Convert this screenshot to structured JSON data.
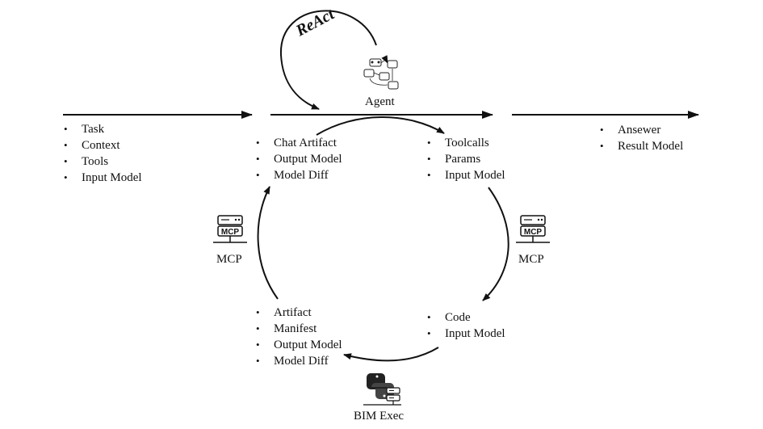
{
  "input_list": {
    "items": [
      "Task",
      "Context",
      "Tools",
      "Input Model"
    ]
  },
  "output_list": {
    "items": [
      "Ansewer",
      "Result Model"
    ]
  },
  "agent_label": "Agent",
  "react_label": "ReAct",
  "cycle": {
    "top_left": [
      "Chat Artifact",
      "Output Model",
      "Model Diff"
    ],
    "top_right": [
      "Toolcalls",
      "Params",
      "Input Model"
    ],
    "bottom_right": [
      "Code",
      "Input Model"
    ],
    "bottom_left": [
      "Artifact",
      "Manifest",
      "Output Model",
      "Model Diff"
    ]
  },
  "mcp_left": {
    "label": "MCP",
    "badge": "MCP"
  },
  "mcp_right": {
    "label": "MCP",
    "badge": "MCP"
  },
  "bim_exec_label": "BIM Exec",
  "colors": {
    "stroke": "#111111",
    "python_blue": "#222222"
  }
}
